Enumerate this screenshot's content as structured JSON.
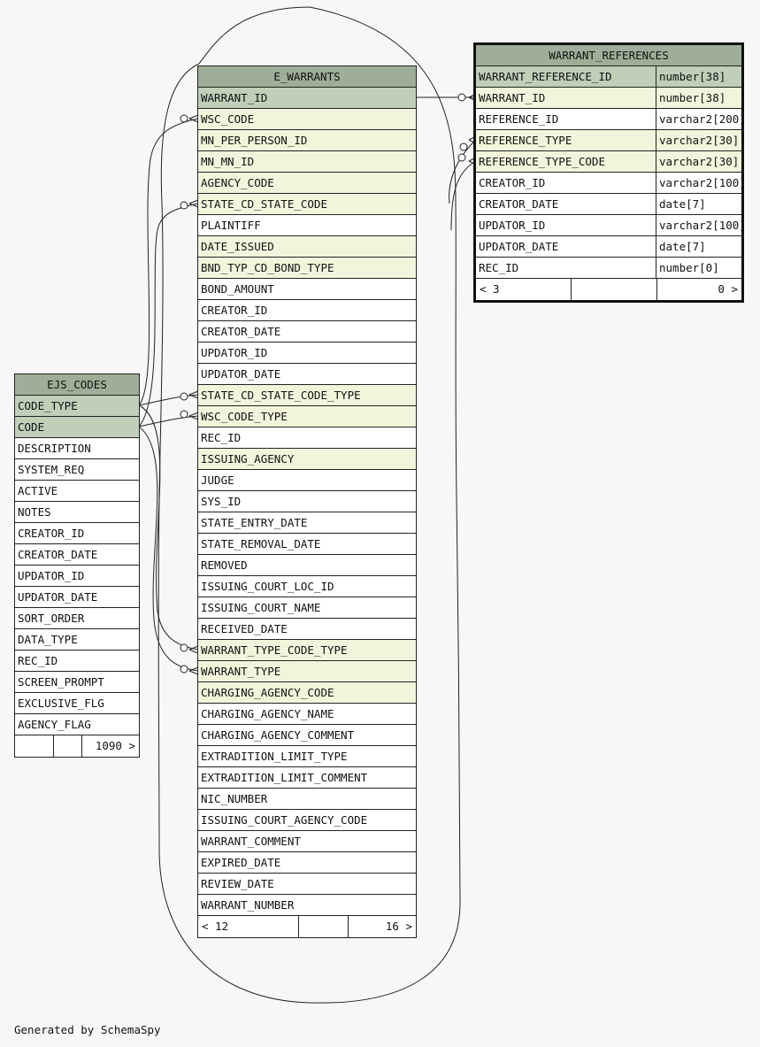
{
  "tables": [
    {
      "id": "e_warrants",
      "title": "E_WARRANTS",
      "columns": [
        {
          "name": "WARRANT_ID",
          "kind": "pk"
        },
        {
          "name": "WSC_CODE",
          "kind": "fk"
        },
        {
          "name": "MN_PER_PERSON_ID",
          "kind": "fk"
        },
        {
          "name": "MN_MN_ID",
          "kind": "fk"
        },
        {
          "name": "AGENCY_CODE",
          "kind": "fk"
        },
        {
          "name": "STATE_CD_STATE_CODE",
          "kind": "fk"
        },
        {
          "name": "PLAINTIFF",
          "kind": "plain"
        },
        {
          "name": "DATE_ISSUED",
          "kind": "fk"
        },
        {
          "name": "BND_TYP_CD_BOND_TYPE",
          "kind": "fk"
        },
        {
          "name": "BOND_AMOUNT",
          "kind": "plain"
        },
        {
          "name": "CREATOR_ID",
          "kind": "plain"
        },
        {
          "name": "CREATOR_DATE",
          "kind": "plain"
        },
        {
          "name": "UPDATOR_ID",
          "kind": "plain"
        },
        {
          "name": "UPDATOR_DATE",
          "kind": "plain"
        },
        {
          "name": "STATE_CD_STATE_CODE_TYPE",
          "kind": "fk"
        },
        {
          "name": "WSC_CODE_TYPE",
          "kind": "fk"
        },
        {
          "name": "REC_ID",
          "kind": "plain"
        },
        {
          "name": "ISSUING_AGENCY",
          "kind": "fk"
        },
        {
          "name": "JUDGE",
          "kind": "plain"
        },
        {
          "name": "SYS_ID",
          "kind": "plain"
        },
        {
          "name": "STATE_ENTRY_DATE",
          "kind": "plain"
        },
        {
          "name": "STATE_REMOVAL_DATE",
          "kind": "plain"
        },
        {
          "name": "REMOVED",
          "kind": "plain"
        },
        {
          "name": "ISSUING_COURT_LOC_ID",
          "kind": "plain"
        },
        {
          "name": "ISSUING_COURT_NAME",
          "kind": "plain"
        },
        {
          "name": "RECEIVED_DATE",
          "kind": "plain"
        },
        {
          "name": "WARRANT_TYPE_CODE_TYPE",
          "kind": "fk"
        },
        {
          "name": "WARRANT_TYPE",
          "kind": "fk"
        },
        {
          "name": "CHARGING_AGENCY_CODE",
          "kind": "fk"
        },
        {
          "name": "CHARGING_AGENCY_NAME",
          "kind": "plain"
        },
        {
          "name": "CHARGING_AGENCY_COMMENT",
          "kind": "plain"
        },
        {
          "name": "EXTRADITION_LIMIT_TYPE",
          "kind": "plain"
        },
        {
          "name": "EXTRADITION_LIMIT_COMMENT",
          "kind": "plain"
        },
        {
          "name": "NIC_NUMBER",
          "kind": "plain"
        },
        {
          "name": "ISSUING_COURT_AGENCY_CODE",
          "kind": "plain"
        },
        {
          "name": "WARRANT_COMMENT",
          "kind": "plain"
        },
        {
          "name": "EXPIRED_DATE",
          "kind": "plain"
        },
        {
          "name": "REVIEW_DATE",
          "kind": "plain"
        },
        {
          "name": "WARRANT_NUMBER",
          "kind": "plain"
        }
      ],
      "footer": [
        "< 12",
        "",
        "16 >"
      ]
    },
    {
      "id": "warrant_references",
      "title": "WARRANT_REFERENCES",
      "columns": [
        {
          "name": "WARRANT_REFERENCE_ID",
          "type": "number[38]",
          "kind": "pk"
        },
        {
          "name": "WARRANT_ID",
          "type": "number[38]",
          "kind": "fk"
        },
        {
          "name": "REFERENCE_ID",
          "type": "varchar2[200]",
          "kind": "plain"
        },
        {
          "name": "REFERENCE_TYPE",
          "type": "varchar2[30]",
          "kind": "fk"
        },
        {
          "name": "REFERENCE_TYPE_CODE",
          "type": "varchar2[30]",
          "kind": "fk"
        },
        {
          "name": "CREATOR_ID",
          "type": "varchar2[100]",
          "kind": "plain"
        },
        {
          "name": "CREATOR_DATE",
          "type": "date[7]",
          "kind": "plain"
        },
        {
          "name": "UPDATOR_ID",
          "type": "varchar2[100]",
          "kind": "plain"
        },
        {
          "name": "UPDATOR_DATE",
          "type": "date[7]",
          "kind": "plain"
        },
        {
          "name": "REC_ID",
          "type": "number[0]",
          "kind": "plain"
        }
      ],
      "footer": [
        "< 3",
        "",
        "0 >"
      ]
    },
    {
      "id": "ejs_codes",
      "title": "EJS_CODES",
      "columns": [
        {
          "name": "CODE_TYPE",
          "kind": "pk"
        },
        {
          "name": "CODE",
          "kind": "pk"
        },
        {
          "name": "DESCRIPTION",
          "kind": "plain"
        },
        {
          "name": "SYSTEM_REQ",
          "kind": "plain"
        },
        {
          "name": "ACTIVE",
          "kind": "plain"
        },
        {
          "name": "NOTES",
          "kind": "plain"
        },
        {
          "name": "CREATOR_ID",
          "kind": "plain"
        },
        {
          "name": "CREATOR_DATE",
          "kind": "plain"
        },
        {
          "name": "UPDATOR_ID",
          "kind": "plain"
        },
        {
          "name": "UPDATOR_DATE",
          "kind": "plain"
        },
        {
          "name": "SORT_ORDER",
          "kind": "plain"
        },
        {
          "name": "DATA_TYPE",
          "kind": "plain"
        },
        {
          "name": "REC_ID",
          "kind": "plain"
        },
        {
          "name": "SCREEN_PROMPT",
          "kind": "plain"
        },
        {
          "name": "EXCLUSIVE_FLG",
          "kind": "plain"
        },
        {
          "name": "AGENCY_FLAG",
          "kind": "plain"
        }
      ],
      "footer": [
        "",
        "",
        "1090 >"
      ]
    }
  ],
  "generated_by": "Generated by SchemaSpy"
}
